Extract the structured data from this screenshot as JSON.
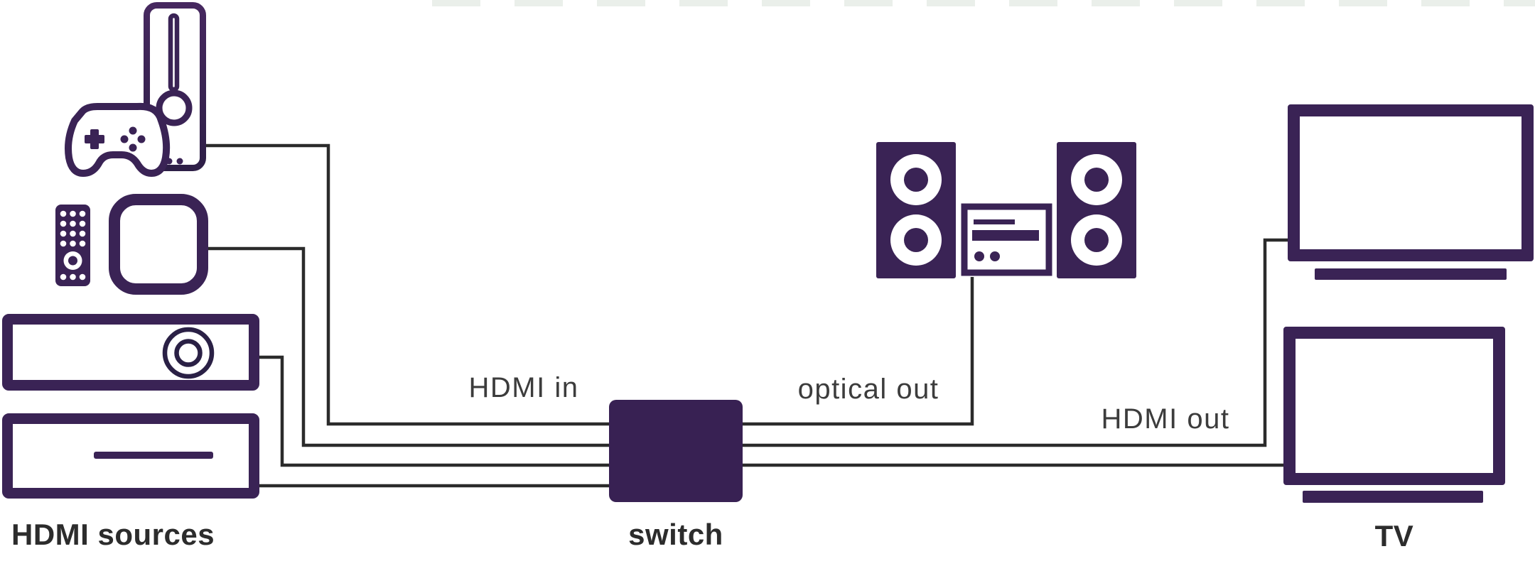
{
  "diagram": {
    "labels": {
      "hdmi_in": "HDMI in",
      "optical_out": "optical out",
      "hdmi_out": "HDMI out",
      "hdmi_sources": "HDMI sources",
      "switch": "switch",
      "tv": "TV"
    },
    "colors": {
      "icon_purple": "#3a2355",
      "icon_purple_dark": "#2a2045",
      "switch_fill": "#382153",
      "wire": "#2b2b2b",
      "text_bold": "#2c2c2c",
      "text_light": "#3c3c3c",
      "background": "#ffffff"
    },
    "nodes": {
      "sources": [
        "game-console",
        "streaming-box",
        "projector",
        "media-player"
      ],
      "accessories": [
        "remote-control"
      ],
      "hub": "av-switch",
      "audio": [
        "speaker-left",
        "stereo-receiver",
        "speaker-right"
      ],
      "displays": [
        "tv-top",
        "tv-bottom"
      ]
    },
    "connections": [
      {
        "from": "game-console",
        "to": "av-switch",
        "via": "HDMI in"
      },
      {
        "from": "streaming-box",
        "to": "av-switch",
        "via": "HDMI in"
      },
      {
        "from": "projector",
        "to": "av-switch",
        "via": "HDMI in"
      },
      {
        "from": "media-player",
        "to": "av-switch",
        "via": "HDMI in"
      },
      {
        "from": "av-switch",
        "to": "stereo-receiver",
        "via": "optical out"
      },
      {
        "from": "av-switch",
        "to": "tv-top",
        "via": "HDMI out"
      },
      {
        "from": "av-switch",
        "to": "tv-bottom",
        "via": "HDMI out"
      }
    ]
  }
}
